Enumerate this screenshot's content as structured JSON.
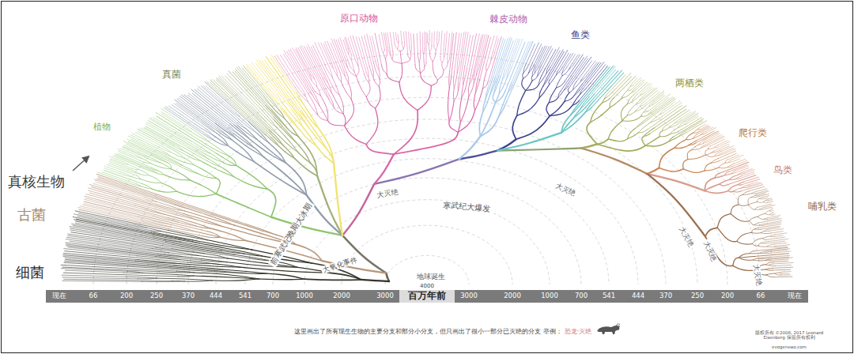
{
  "diagram": {
    "caption": "这里画出了所有现生生物的主要分支和部分小分支，但只画出了很小一部分已灭绝的分支 举例：",
    "labels": [
      "细菌",
      "古菌",
      "真核生物",
      "植物",
      "真菌",
      "原口动物",
      "棘皮动物",
      "鱼类",
      "两栖类",
      "爬行类",
      "鸟类",
      "哺乳类",
      "前寒武纪晚期大冰期",
      "大氧化事件",
      "地球诞生",
      "寒武纪大爆发",
      "大灭绝",
      "大灭绝",
      "大灭绝",
      "大灭绝",
      "大灭绝",
      "现在",
      "66",
      "200",
      "250",
      "370",
      "444",
      "541",
      "700",
      "1000",
      "2000",
      "3000",
      "百万年前",
      "3000",
      "2000",
      "1000",
      "700",
      "541",
      "444",
      "370",
      "250",
      "200",
      "66",
      "现在",
      "4000",
      "恐龙·灭绝",
      "版权所有 ©2008, 2017 Leonard Eisenberg 保留所有权利",
      "evogeneao.com"
    ]
  }
}
